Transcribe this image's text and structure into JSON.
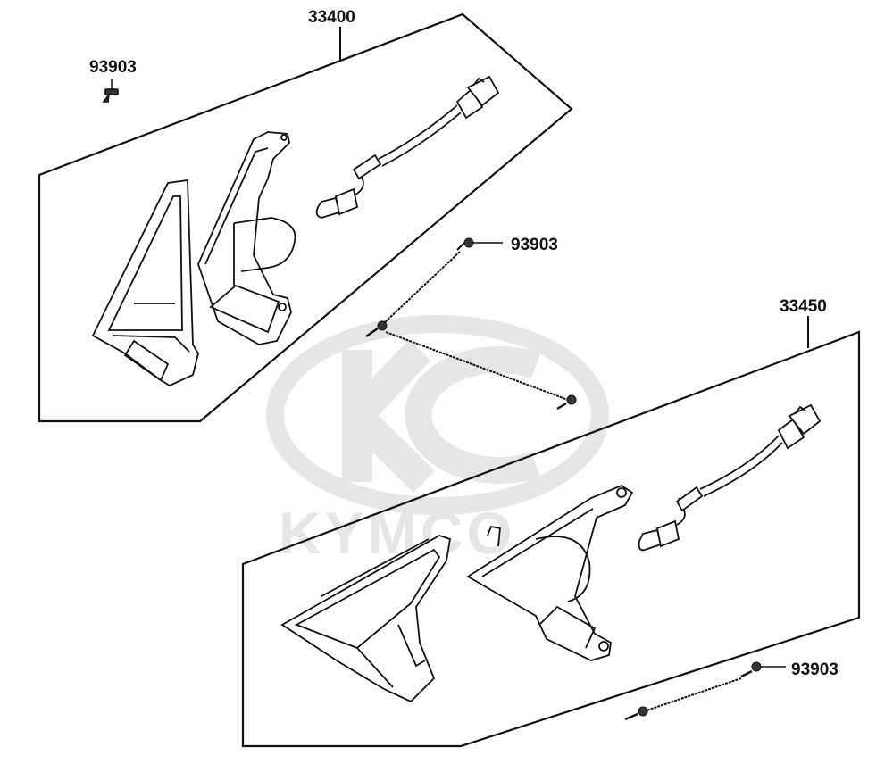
{
  "callouts": {
    "assembly_upper": "33400",
    "assembly_lower": "33450",
    "screw_top_left": "93903",
    "screw_middle": "93903",
    "screw_bottom_right": "93903"
  },
  "watermark": {
    "brand": "KYMCO"
  },
  "colors": {
    "line": "#111111",
    "watermark": "#e3e3e3"
  }
}
